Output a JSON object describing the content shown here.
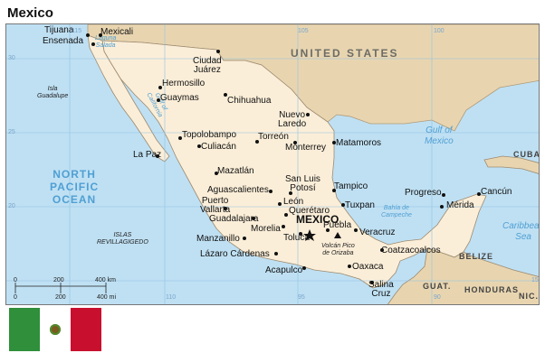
{
  "title": "Mexico",
  "colors": {
    "water": "#bfe0f3",
    "mexico_land": "#fbeed8",
    "us_land": "#e8d5b0",
    "central_america_land": "#e8d5b0",
    "flag_green": "#2f8f3a",
    "flag_white": "#ffffff",
    "flag_red": "#c8102e"
  },
  "countries": {
    "us": "UNITED STATES",
    "guatemala": "GUAT.",
    "belize": "BELIZE",
    "honduras": "HONDURAS",
    "nicaragua": "NIC.",
    "cuba": "CUBA"
  },
  "water": {
    "north_pacific_l1": "NORTH",
    "north_pacific_l2": "PACIFIC",
    "north_pacific_l3": "OCEAN",
    "gulf_of_mexico_l1": "Gulf of",
    "gulf_of_mexico_l2": "Mexico",
    "caribbean_l1": "Caribbean",
    "caribbean_l2": "Sea",
    "gulf_california_l1": "Gulf of",
    "gulf_california_l2": "California",
    "bahia_campeche_l1": "Bahía de",
    "bahia_campeche_l2": "Campeche",
    "laguna_salada_l1": "Laguna",
    "laguna_salada_l2": "Salada"
  },
  "islands": {
    "guadalupe_l1": "Isla",
    "guadalupe_l2": "Guadalupe",
    "revillagigedo_l1": "ISLAS",
    "revillagigedo_l2": "REVILLAGIGEDO"
  },
  "capital": "MEXICO",
  "volcano_l1": "Volcán Pico",
  "volcano_l2": "de Orizaba",
  "cities": {
    "tijuana": "Tijuana",
    "mexicali": "Mexicali",
    "ensenada": "Ensenada",
    "ciudad_juarez_l1": "Ciudad",
    "ciudad_juarez_l2": "Juárez",
    "hermosillo": "Hermosillo",
    "guaymas": "Guaymas",
    "chihuahua": "Chihuahua",
    "nuevo_laredo_l1": "Nuevo",
    "nuevo_laredo_l2": "Laredo",
    "topolobampo": "Topolobampo",
    "culiacan": "Culiacán",
    "torreon": "Torreón",
    "monterrey": "Monterrey",
    "matamoros": "Matamoros",
    "la_paz": "La Paz",
    "mazatlan": "Mazatlán",
    "san_luis_potosi_l1": "San Luis",
    "san_luis_potosi_l2": "Potosí",
    "tampico": "Tampico",
    "aguascalientes": "Aguascalientes",
    "puerto_vallarta_l1": "Puerto",
    "puerto_vallarta_l2": "Vallarta",
    "leon": "León",
    "queretaro": "Querétaro",
    "tuxpan": "Tuxpan",
    "guadalajara": "Guadalajara",
    "morelia": "Morelia",
    "toluca": "Toluca",
    "puebla": "Puebla",
    "veracruz": "Veracruz",
    "manzanillo": "Manzanillo",
    "lazaro_cardenas": "Lázaro Cárdenas",
    "coatzacoalcos": "Coatzacoalcos",
    "acapulco": "Acapulco",
    "oaxaca": "Oaxaca",
    "salina_cruz_l1": "Salina",
    "salina_cruz_l2": "Cruz",
    "progreso": "Progreso",
    "merida": "Mérida",
    "cancun": "Cancún"
  },
  "grid": {
    "lon_115": "115",
    "lon_105": "105",
    "lon_100": "100",
    "lon_95": "95",
    "lon_90": "90",
    "lon_110": "110",
    "lat_30": "30",
    "lat_25": "25",
    "lat_20": "20",
    "lat_15": "15"
  },
  "scale": {
    "km_0": "0",
    "km_200": "200",
    "km_400": "400 km",
    "mi_0": "0",
    "mi_200": "200",
    "mi_400": "400 mi"
  },
  "flag": {
    "emblem_icon": "eagle-emblem-icon"
  }
}
